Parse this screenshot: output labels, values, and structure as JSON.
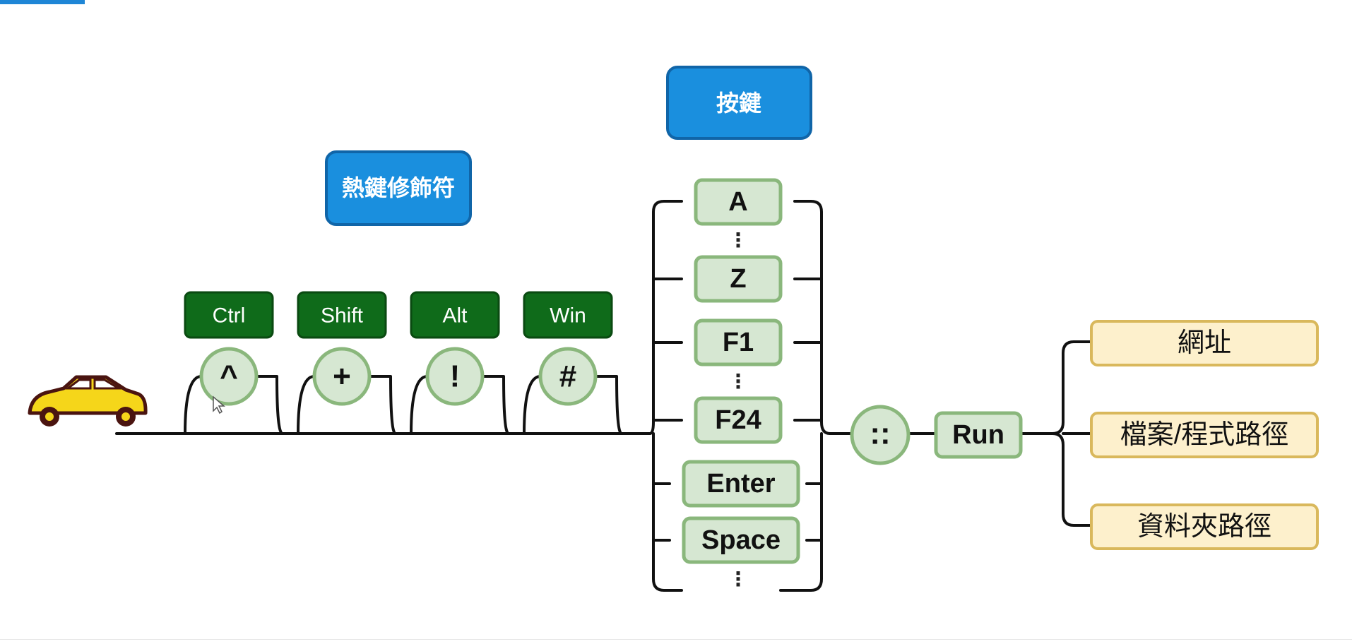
{
  "labels": {
    "modifier_header": "熱鍵修飾符",
    "key_header": "按鍵"
  },
  "modifiers": [
    {
      "name": "Ctrl",
      "symbol": "^"
    },
    {
      "name": "Shift",
      "symbol": "+"
    },
    {
      "name": "Alt",
      "symbol": "!"
    },
    {
      "name": "Win",
      "symbol": "#"
    }
  ],
  "keys": [
    "A",
    "⋮",
    "Z",
    "F1",
    "⋮",
    "F24",
    "Enter",
    "Space",
    "⋮"
  ],
  "separator": "::",
  "command": "Run",
  "targets": [
    "網址",
    "檔案/程式路徑",
    "資料夾路徑"
  ],
  "colors": {
    "header_blue": "#1a8fde",
    "modifier_green": "#0f6b1a",
    "symbol_fill": "#d6e7d2",
    "symbol_border": "#8ab77c",
    "target_fill": "#fdf0cc",
    "target_border": "#d9b85c",
    "car": "#f5d61a"
  },
  "icons": {
    "car": "car-icon",
    "cursor": "mouse-cursor-icon"
  }
}
